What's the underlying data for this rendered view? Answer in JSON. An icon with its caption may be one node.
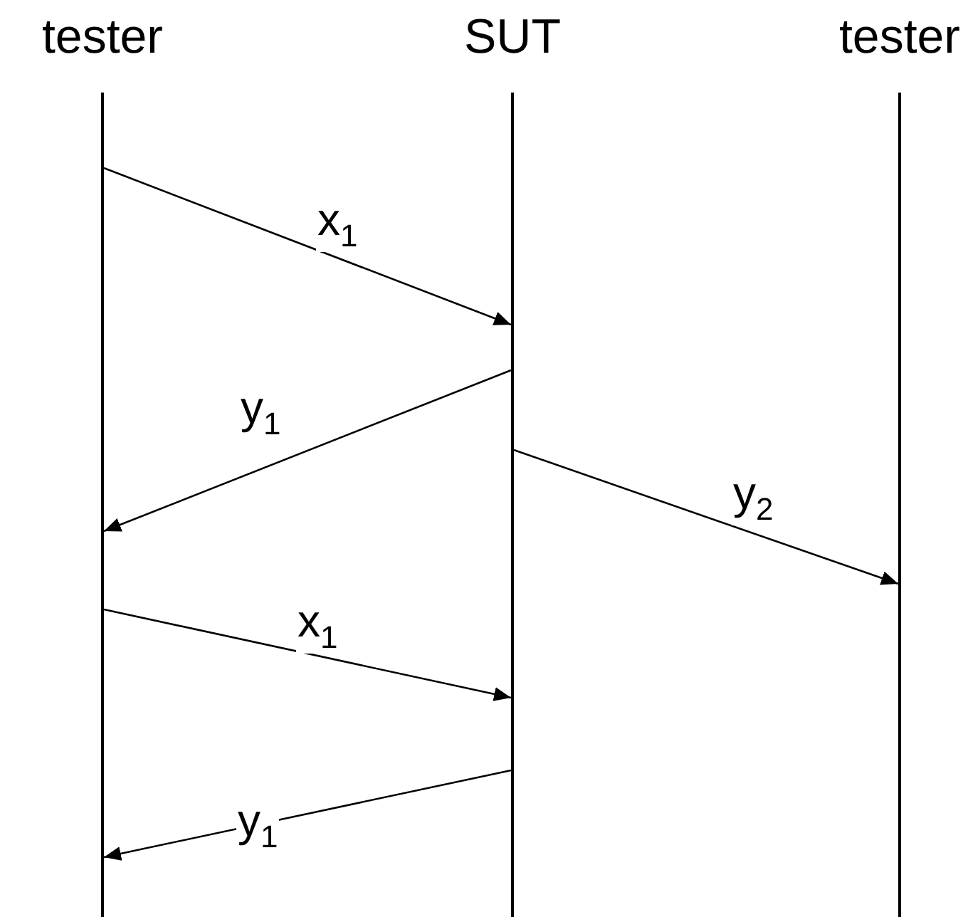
{
  "diagram": {
    "nodes": [
      {
        "text": [
          "tester"
        ]
      },
      {
        "text": [
          "SUT"
        ]
      },
      {
        "text": [
          "tester"
        ]
      }
    ],
    "edges": [
      {
        "from": 0,
        "to": 1,
        "arrow": "to",
        "label": "x$_{1}$"
      },
      {
        "from": 1,
        "to": 0,
        "arrow": "to",
        "label": "y$_{1}$"
      },
      {
        "from": 1,
        "to": 2,
        "arrow": "to",
        "label": "y$_{2}$"
      },
      {
        "from": 0,
        "to": 1,
        "arrow": "to",
        "label": "x$_{1}$"
      },
      {
        "from": 1,
        "to": 0,
        "arrow": "to",
        "label": "y$_{1}$"
      }
    ]
  }
}
